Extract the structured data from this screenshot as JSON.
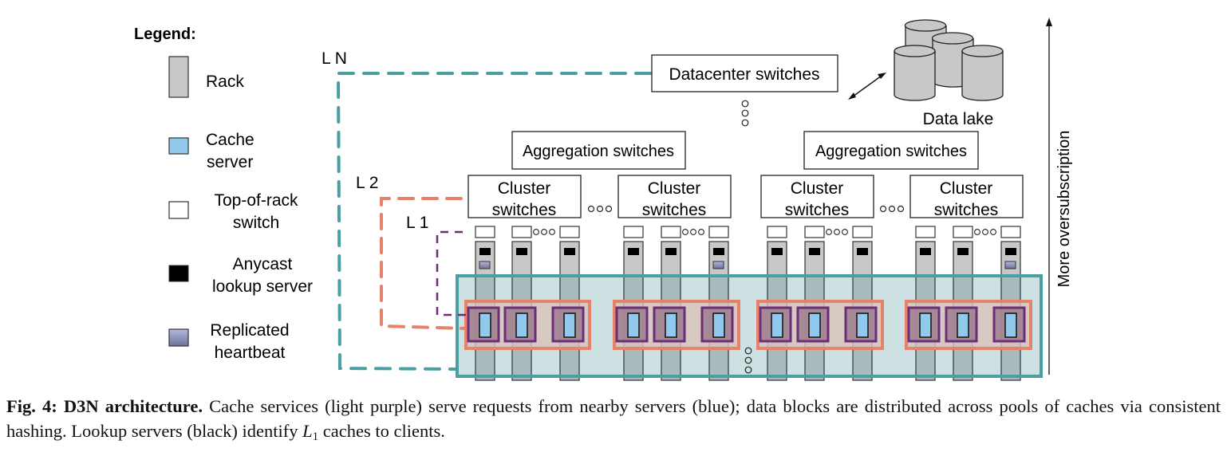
{
  "legend": {
    "title": "Legend:",
    "items": [
      {
        "key": "rack",
        "icon": "rack-icon",
        "lines": [
          "Rack"
        ],
        "color": "#c8c8c8"
      },
      {
        "key": "cache",
        "icon": "cache-server-icon",
        "lines": [
          "Cache",
          "server"
        ],
        "color": "#91c9ec"
      },
      {
        "key": "tor",
        "icon": "tor-switch-icon",
        "lines": [
          "Top-of-rack",
          "switch"
        ],
        "color": "#ffffff"
      },
      {
        "key": "lookup",
        "icon": "lookup-server-icon",
        "lines": [
          "Anycast",
          "lookup server"
        ],
        "color": "#000000"
      },
      {
        "key": "heartbeat",
        "icon": "heartbeat-icon",
        "lines": [
          "Replicated",
          "heartbeat"
        ],
        "color": "#8f92be"
      }
    ]
  },
  "levels": {
    "ln": {
      "label": "L N",
      "color": "#4a9fa2"
    },
    "l2": {
      "label": "L 2",
      "color": "#e6826a"
    },
    "l1": {
      "label": "L 1",
      "color": "#6d2d77"
    }
  },
  "switches": {
    "datacenter": "Datacenter switches",
    "aggregation": [
      "Aggregation switches",
      "Aggregation switches"
    ],
    "cluster": [
      [
        "Cluster",
        "switches"
      ],
      [
        "Cluster",
        "switches"
      ],
      [
        "Cluster",
        "switches"
      ],
      [
        "Cluster",
        "switches"
      ]
    ]
  },
  "ellipsis": "ooo",
  "data_lake": {
    "label": "Data lake",
    "color": "#c8c8c8"
  },
  "oversubscription_label": "More oversubscription",
  "colors": {
    "l1_fill": "#9f7f90",
    "l2_fill": "#d8c3ba",
    "ln_fill": "#cde0e2",
    "rack_inside": "#a9bcbd"
  },
  "caption": {
    "label": "Fig. 4: D3N architecture.",
    "text1": " Cache services (light purple) serve requests from nearby servers (blue); data blocks are distributed across pools of caches via consistent hashing. Lookup servers (black) identify ",
    "math_base": "L",
    "math_sub": "1",
    "text2": " caches to clients."
  }
}
